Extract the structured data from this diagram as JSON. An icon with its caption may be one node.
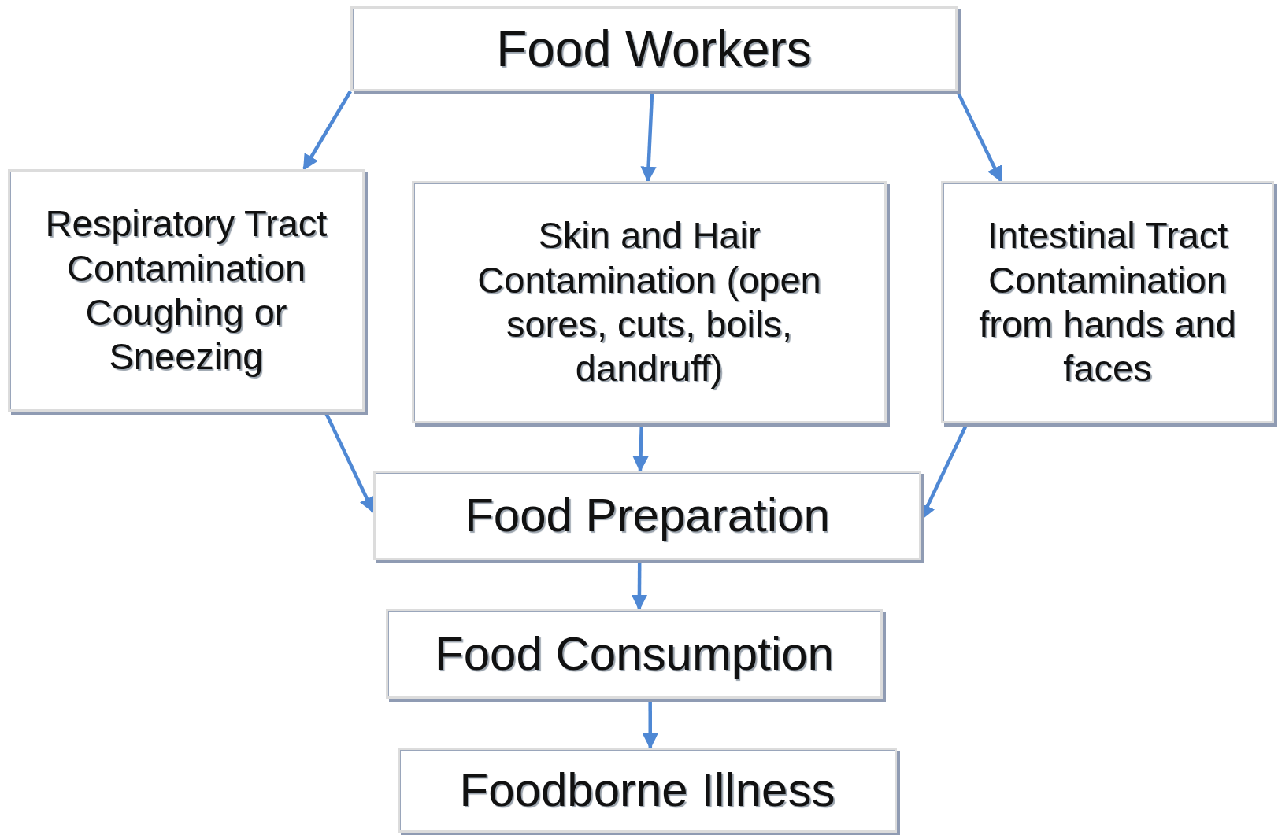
{
  "diagram": {
    "nodes": [
      {
        "text": [
          "Food Workers"
        ]
      },
      {
        "text": [
          "Respiratory Tract Contamination Coughing or Sneezing"
        ]
      },
      {
        "text": [
          "Skin and Hair Contamination (open sores, cuts, boils, dandruff)"
        ]
      },
      {
        "text": [
          "Intestinal Tract Contamination from hands and faces"
        ]
      },
      {
        "text": [
          "Food Preparation"
        ]
      },
      {
        "text": [
          "Food Consumption"
        ]
      },
      {
        "text": [
          "Foodborne Illness"
        ]
      }
    ],
    "edges": [
      {
        "from": 0,
        "to": 1,
        "arrow": "to"
      },
      {
        "from": 0,
        "to": 2,
        "arrow": "to"
      },
      {
        "from": 0,
        "to": 3,
        "arrow": "to"
      },
      {
        "from": 1,
        "to": 4,
        "arrow": "to"
      },
      {
        "from": 2,
        "to": 4,
        "arrow": "to"
      },
      {
        "from": 3,
        "to": 4,
        "arrow": "to"
      },
      {
        "from": 4,
        "to": 5,
        "arrow": "to"
      },
      {
        "from": 5,
        "to": 6,
        "arrow": "to"
      }
    ]
  }
}
